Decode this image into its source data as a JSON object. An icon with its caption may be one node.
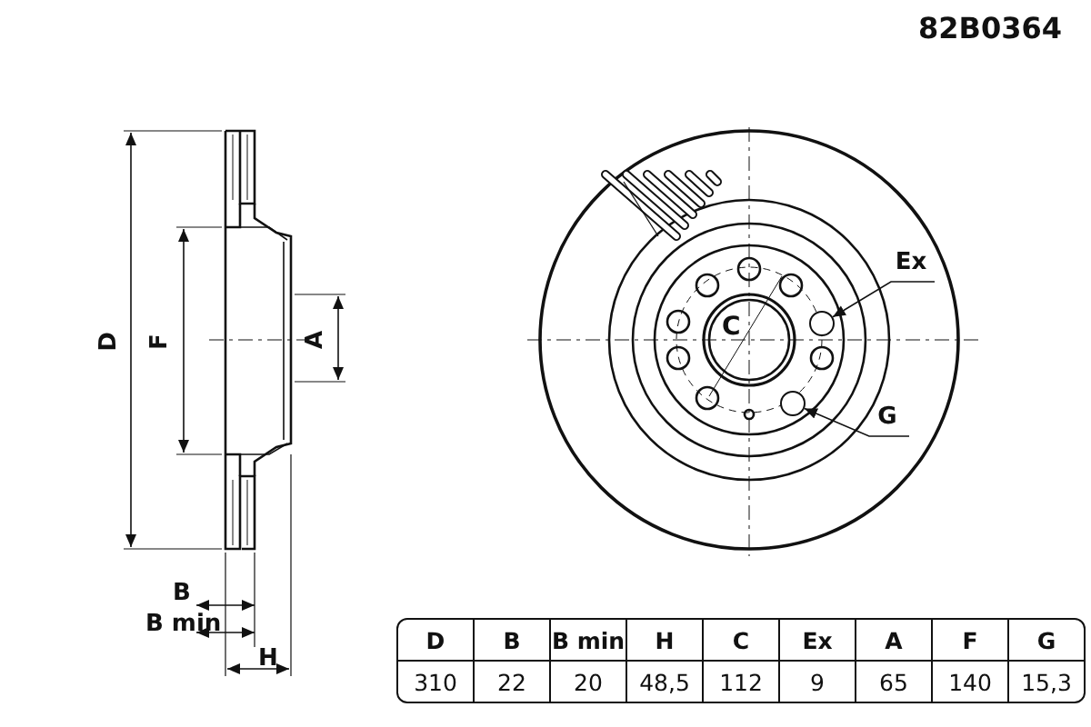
{
  "diagram": {
    "nodes": [
      {
        "text": [
          "Ex"
        ]
      },
      {
        "text": [],
        "shape": "circle"
      },
      {
        "text": [
          "G"
        ]
      },
      {
        "text": [],
        "shape": "circle"
      }
    ],
    "edges": [
      {
        "from": 0,
        "to": 1,
        "arrow": "to"
      },
      {
        "from": 2,
        "to": 3,
        "arrow": "to"
      }
    ],
    "labels": [
      "82B0364",
      "D",
      "F",
      "A",
      "B",
      "B min",
      "H",
      "C",
      "D",
      "B",
      "B min",
      "H",
      "C",
      "Ex",
      "A",
      "F",
      "G",
      "310",
      "22",
      "20",
      "48,5",
      "112",
      "9",
      "65",
      "140",
      "15,3"
    ]
  }
}
